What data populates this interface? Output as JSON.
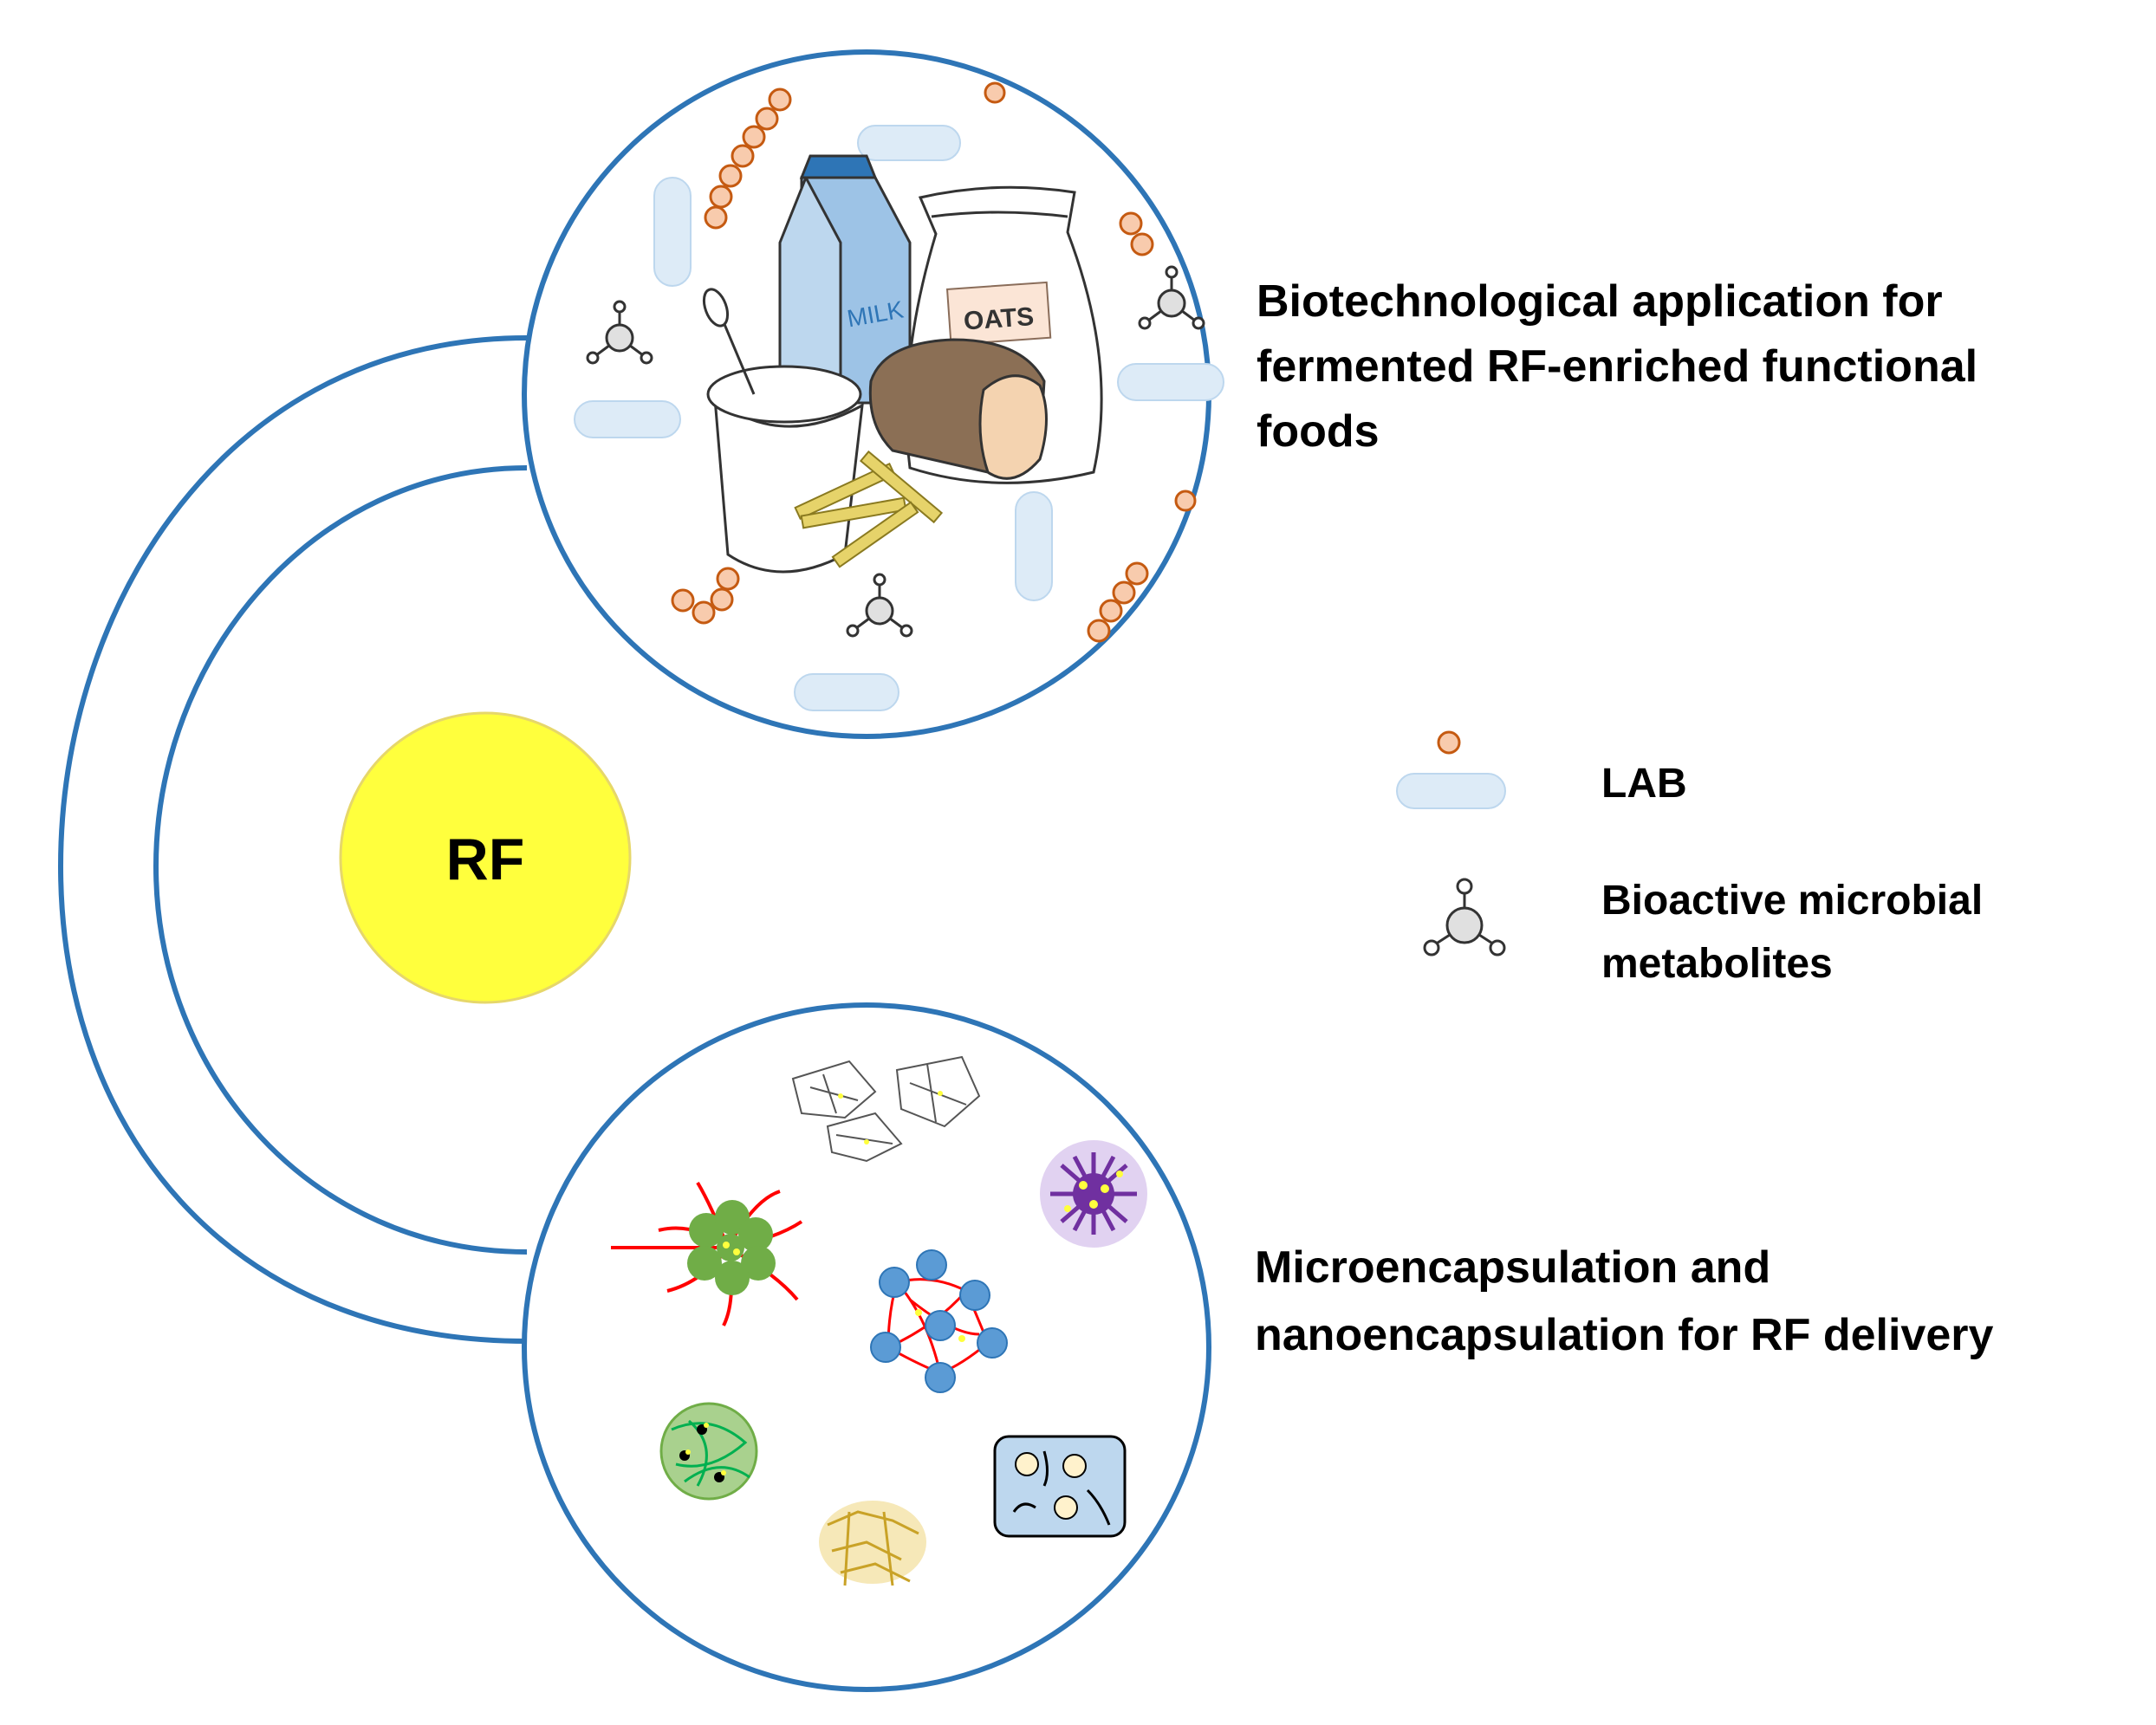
{
  "center": {
    "label": "RF",
    "color": "#ffff3d"
  },
  "top_section": {
    "title_lines": [
      "Biotechnological application for",
      "fermented RF-enriched functional",
      "foods"
    ]
  },
  "bottom_section": {
    "title_lines": [
      "Microencapsulation and",
      "nanoencapsulation for RF delivery"
    ]
  },
  "legend": {
    "items": [
      {
        "icon": "lab-bacteria-icon",
        "label_lines": [
          "LAB"
        ]
      },
      {
        "icon": "metabolite-molecule-icon",
        "label_lines": [
          "Bioactive microbial",
          "metabolites"
        ]
      }
    ]
  },
  "food_labels": {
    "milk": "MILK",
    "oats": "OATS"
  },
  "colors": {
    "frame": "#2e75b6",
    "coccus": "#f8cbad",
    "rod": "#ddebf7",
    "rf": "#ffff3d"
  }
}
